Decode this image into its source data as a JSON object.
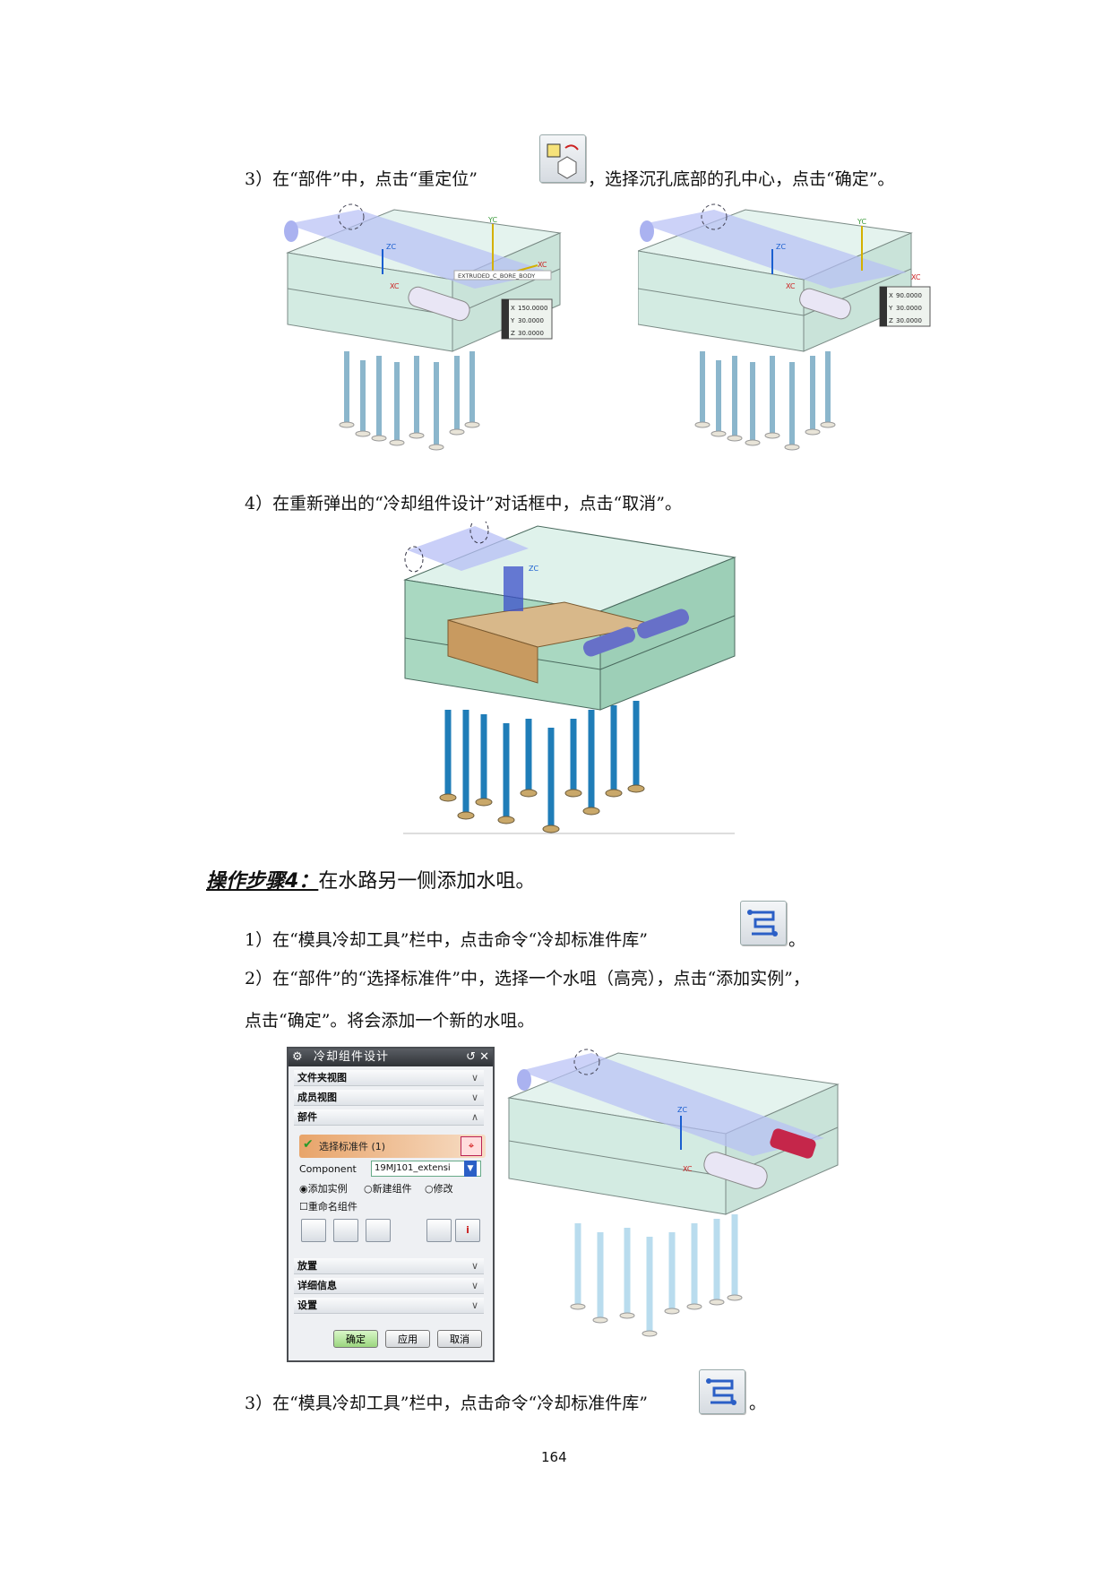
{
  "steps": {
    "s3a": "3）在“部件”中，点击“重定位”",
    "s3a_tail": "，选择沉孔底部的孔中心，点击“确定”。",
    "s4a": "4）在重新弹出的“冷却组件设计”对话框中，点击“取消”。",
    "heading_strong": "操作步骤4：",
    "heading_rest": "在水路另一侧添加水咀。",
    "b1": "1）在“模具冷却工具”栏中，点击命令“冷却标准件库”",
    "b1_tail": "。",
    "b2_line1": "2）在“部件”的“选择标准件”中，选择一个水咀（高亮），点击“添加实例”，",
    "b2_line2": "点击“确定”。将会添加一个新的水咀。",
    "b3": "3）在“模具冷却工具”栏中，点击命令“冷却标准件库”",
    "b3_tail": "。"
  },
  "figures": {
    "left": {
      "zc": "ZC",
      "xc": "XC",
      "yc": "YC",
      "tag": "EXTRUDED_C_BORE_BODY",
      "coords": [
        {
          "axis": "X",
          "value": "150.0000"
        },
        {
          "axis": "Y",
          "value": "30.0000"
        },
        {
          "axis": "Z",
          "value": "30.0000"
        }
      ]
    },
    "right": {
      "zc": "ZC",
      "xc": "XC",
      "yc": "YC",
      "coords": [
        {
          "axis": "X",
          "value": "90.0000"
        },
        {
          "axis": "Y",
          "value": "30.0000"
        },
        {
          "axis": "Z",
          "value": "30.0000"
        }
      ]
    },
    "center": {
      "zc": "ZC"
    },
    "bottom": {
      "zc": "ZC",
      "xc": "XC"
    }
  },
  "dialog": {
    "title": "冷却组件设计",
    "sections": {
      "folder_view": "文件夹视图",
      "member_view": "成员视图",
      "part": "部件",
      "placement": "放置",
      "details": "详细信息",
      "settings": "设置"
    },
    "select_std": "选择标准件 (1)",
    "component_label": "Component",
    "component_value": "19MJ101_extensi",
    "radio_add": "添加实例",
    "radio_new": "新建组件",
    "radio_modify": "修改",
    "rename": "重命名组件",
    "ok": "确定",
    "apply": "应用",
    "cancel": "取消"
  },
  "page_number": "164",
  "colors": {
    "plate": "#d8efe6",
    "plate_edge": "#7a8a85",
    "pipe": "#9aa4f0",
    "pin": "#b9dcee",
    "accent": "#2b5fc6"
  }
}
